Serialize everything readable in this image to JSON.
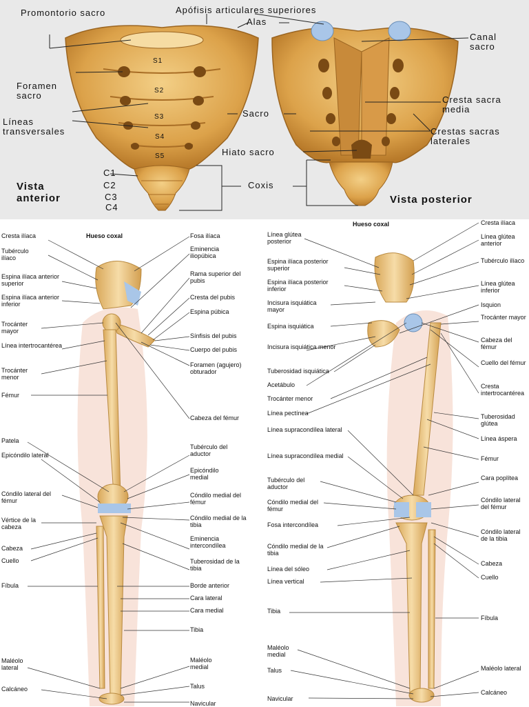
{
  "sacrum": {
    "anterior_view": {
      "title": "Vista anterior",
      "labels": {
        "promontorio": "Promontorio sacro",
        "foramen": "Foramen sacro",
        "lineas": "Líneas transversales",
        "segments": [
          "S1",
          "S2",
          "S3",
          "S4",
          "S5"
        ],
        "coccyx_segments": [
          "C1",
          "C2",
          "C3",
          "C4"
        ]
      }
    },
    "posterior_view": {
      "title": "Vista posterior",
      "labels": {
        "canal": "Canal sacro",
        "cresta_media": "Cresta sacra media",
        "crestas_laterales": "Crestas sacras laterales"
      }
    },
    "shared_labels": {
      "apofisis": "Apófisis articulares superiores",
      "alas": "Alas",
      "sacro": "Sacro",
      "hiato": "Hiato sacro",
      "coxis": "Coxis"
    }
  },
  "lower_limb": {
    "anterior_left": [
      "Cresta ilíaca",
      "Tubérculo ilíaco",
      "Espina ilíaca anterior superior",
      "Espina ilíaca anterior inferior",
      "Trocánter mayor",
      "Línea intertrocantérea",
      "Trocánter menor",
      "Fémur",
      "Patela",
      "Epicóndilo lateral",
      "Cóndilo lateral del fémur",
      "Vértice de la cabeza",
      "Cabeza",
      "Cuello",
      "Fíbula",
      "Maléolo lateral",
      "Calcáneo"
    ],
    "anterior_top": "Hueso coxal",
    "anterior_right": [
      "Fosa ilíaca",
      "Eminencia iliopúbica",
      "Rama superior del pubis",
      "Cresta del pubis",
      "Espina púbica",
      "Sínfisis del pubis",
      "Cuerpo del pubis",
      "Foramen (agujero) obturador",
      "Cabeza del fémur",
      "Tubérculo del aductor",
      "Epicóndilo medial",
      "Cóndilo medial del fémur",
      "Cóndilo medial de la tibia",
      "Eminencia intercondílea",
      "Tuberosidad de la tibia",
      "Borde anterior",
      "Cara lateral",
      "Cara medial",
      "Tibia",
      "Maléolo medial",
      "Talus",
      "Navicular"
    ],
    "posterior_top": "Hueso coxal",
    "posterior_left": [
      "Línea glútea posterior",
      "Espina ilíaca posterior superior",
      "Espina ilíaca posterior inferior",
      "Incisura isquiática mayor",
      "Espina isquiática",
      "Incisura isquiática menor",
      "Tuberosidad isquiática",
      "Acetábulo",
      "Trocánter menor",
      "Línea pectínea",
      "Línea supracondílea lateral",
      "Línea supracondílea medial",
      "Tubérculo del aductor",
      "Cóndilo medial del fémur",
      "Fosa intercondílea",
      "Cóndilo medial de la tibia",
      "Línea del sóleo",
      "Línea vertical",
      "Tibia",
      "Maléolo medial",
      "Talus",
      "Navicular"
    ],
    "posterior_right": [
      "Cresta ilíaca",
      "Línea glútea anterior",
      "Tubérculo ilíaco",
      "Línea glútea inferior",
      "Isquion",
      "Trocánter mayor",
      "Cabeza del fémur",
      "Cuello del fémur",
      "Cresta intertrocantérea",
      "Tuberosidad glútea",
      "Línea áspera",
      "Fémur",
      "Cara poplítea",
      "Cóndilo lateral del fémur",
      "Cóndilo lateral de la tibia",
      "Cabeza",
      "Cuello",
      "Fíbula",
      "Maléolo lateral",
      "Calcáneo"
    ]
  }
}
